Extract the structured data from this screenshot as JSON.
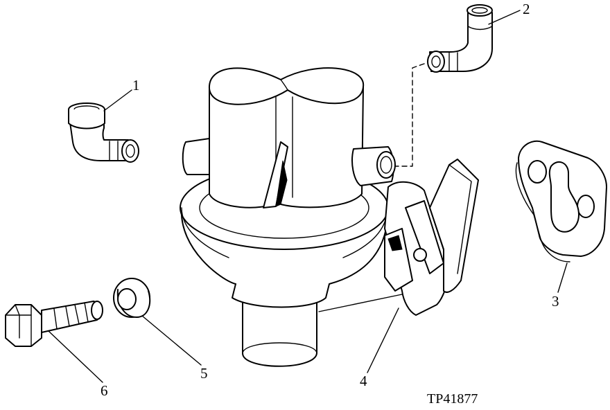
{
  "diagram": {
    "callouts": [
      {
        "id": "1",
        "label": "1"
      },
      {
        "id": "2",
        "label": "2"
      },
      {
        "id": "3",
        "label": "3"
      },
      {
        "id": "4",
        "label": "4"
      },
      {
        "id": "5",
        "label": "5"
      },
      {
        "id": "6",
        "label": "6"
      }
    ],
    "reference_code": "TP41877"
  }
}
